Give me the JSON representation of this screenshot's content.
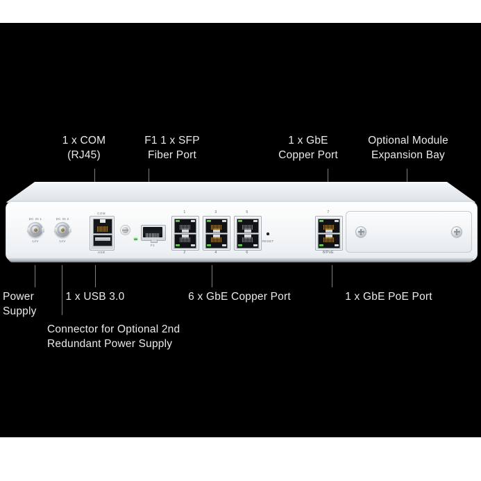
{
  "figure": {
    "kind": "network-appliance-front-panel-diagram",
    "background_color": "#000000",
    "page_color": "#ffffff",
    "label_color": "#e9eaec",
    "leader_color": "#7d8084"
  },
  "callouts": {
    "com": "1 x COM\n(RJ45)",
    "sfp": "F1 1 x SFP\nFiber Port",
    "gbe_copper_single": "1 x GbE\nCopper Port",
    "expansion": "Optional Module\nExpansion Bay",
    "power_supply": "Power\nSupply",
    "redundant": "Connector for Optional 2nd\nRedundant Power Supply",
    "usb": "1 x USB 3.0",
    "gbe_copper_six": "6 x GbE Copper Port",
    "gbe_poe": "1 x GbE PoE Port"
  },
  "panel": {
    "dc_in_1_label": "DC IN 1",
    "dc_in_1_voltage": "12V",
    "dc_in_2_label": "DC IN 2",
    "dc_in_2_voltage": "12V",
    "com_label": "COM",
    "usb_label": "USB",
    "sfp_label": "F1",
    "reset_label": "RESET",
    "ports": [
      {
        "num": "1",
        "row": "top"
      },
      {
        "num": "2",
        "row": "bottom"
      },
      {
        "num": "3",
        "row": "top"
      },
      {
        "num": "4",
        "row": "bottom"
      },
      {
        "num": "5",
        "row": "top"
      },
      {
        "num": "6",
        "row": "bottom"
      },
      {
        "num": "7",
        "row": "top"
      },
      {
        "num": "8/PoE",
        "row": "bottom"
      }
    ]
  }
}
